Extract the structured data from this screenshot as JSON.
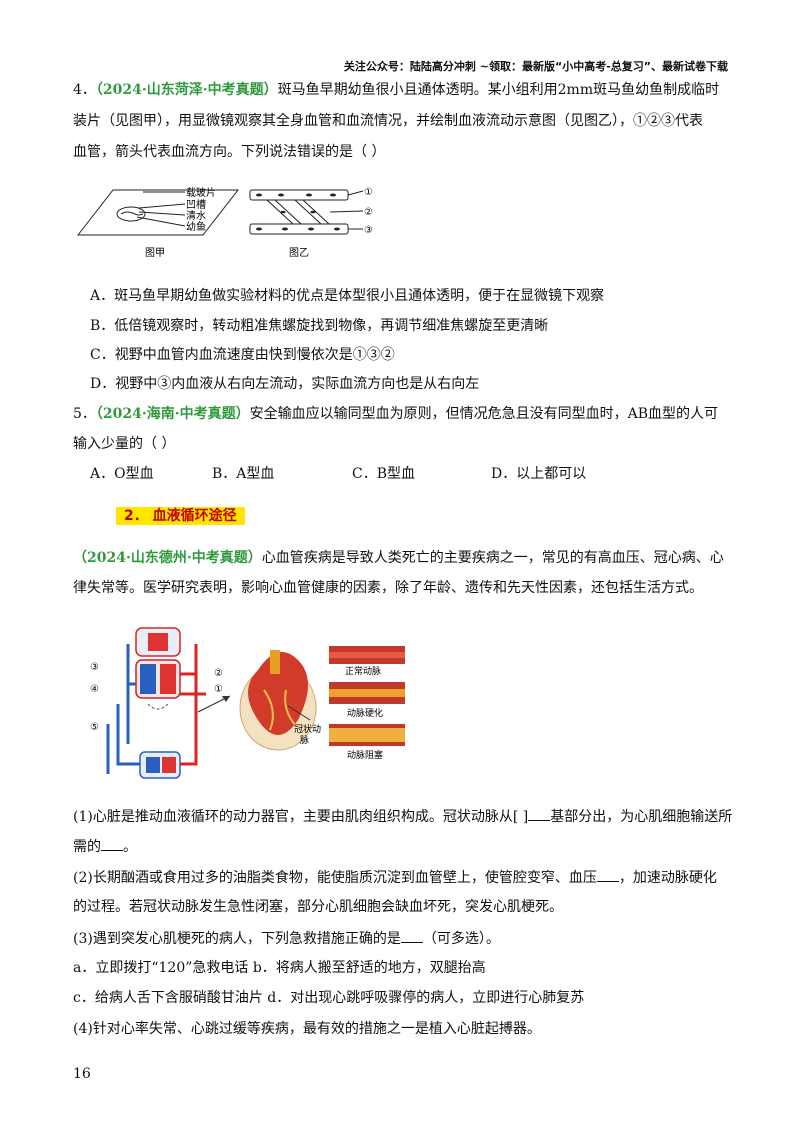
{
  "header": {
    "text": "关注公众号：陆陆高分冲刺  ~领取：最新版“小中高考-总复习”、最新试卷下载"
  },
  "q4": {
    "num": "4．",
    "source": "（2024·山东菏泽·中考真题）",
    "line1": "斑马鱼早期幼鱼很小且通体透明。某小组利用2mm斑马鱼幼鱼制成临时",
    "line2": "装片（见图甲），用显微镜观察其全身血管和血流情况，并绘制血液流动示意图（见图乙），①②③代表",
    "line3": "血管，箭头代表血流方向。下列说法错误的是（    ）",
    "fig_a": {
      "labels": [
        "载玻片",
        "凹槽",
        "清水",
        "幼鱼"
      ],
      "caption": "图甲"
    },
    "fig_b": {
      "labels": [
        "①",
        "②",
        "③"
      ],
      "caption": "图乙"
    },
    "options": [
      "A．斑马鱼早期幼鱼做实验材料的优点是体型很小且通体透明，便于在显微镜下观察",
      "B．低倍镜观察时，转动粗准焦螺旋找到物像，再调节细准焦螺旋至更清晰",
      "C．视野中血管内血流速度由快到慢依次是①③②",
      "D．视野中③内血液从右向左流动，实际血流方向也是从右向左"
    ]
  },
  "q5": {
    "num": "5．",
    "source": "（2024·海南·中考真题）",
    "line1": "安全输血应以输同型血为原则，但情况危急且没有同型血时，AB血型的人可",
    "line2": "输入少量的（    ）",
    "options": [
      "A．O型血",
      "B．A型血",
      "C．B型血",
      "D．以上都可以"
    ]
  },
  "section2": {
    "title": "2．   血液循环途径"
  },
  "q6": {
    "source": "（2024·山东德州·中考真题）",
    "line1": "心血管疾病是导致人类死亡的主要疾病之一，常见的有高血压、冠心病、心",
    "line2": "律失常等。医学研究表明，影响心血管健康的因素，除了年龄、遗传和先天性因素，还包括生活方式。",
    "fig_circ_labels": [
      "③",
      "④",
      "⑤",
      "②",
      "①"
    ],
    "fig_heart_label": "冠状动\n脉",
    "fig_artery_labels": [
      "正常动脉",
      "动脉硬化",
      "动脉阻塞"
    ],
    "p1a": "(1)心脏是推动血液循环的动力器官，主要由肌肉组织构成。冠状动脉从[ ]",
    "p1b": "基部分出，为心肌细胞输送所",
    "p1c": "需的",
    "p1d": "。",
    "p2a": "(2)长期酗酒或食用过多的油脂类食物，能使脂质沉淀到血管壁上，使管腔变窄、血压",
    "p2b": "，加速动脉硬化",
    "p2c": "的过程。若冠状动脉发生急性闭塞，部分心肌细胞会缺血坏死，突发心肌梗死。",
    "p3a": "(3)遇到突发心肌梗死的病人，下列急救措施正确的是",
    "p3b": "（可多选）。",
    "p3_opt1": "a．立即拨打“120”急救电话 b．将病人搬至舒适的地方，双腿抬高",
    "p3_opt2": "c．给病人舌下含服硝酸甘油片 d．对出现心跳呼吸骤停的病人，立即进行心肺复苏",
    "p4": "(4)针对心率失常、心跳过缓等疾病，最有效的措施之一是植入心脏起搏器。"
  },
  "page_number": "16"
}
